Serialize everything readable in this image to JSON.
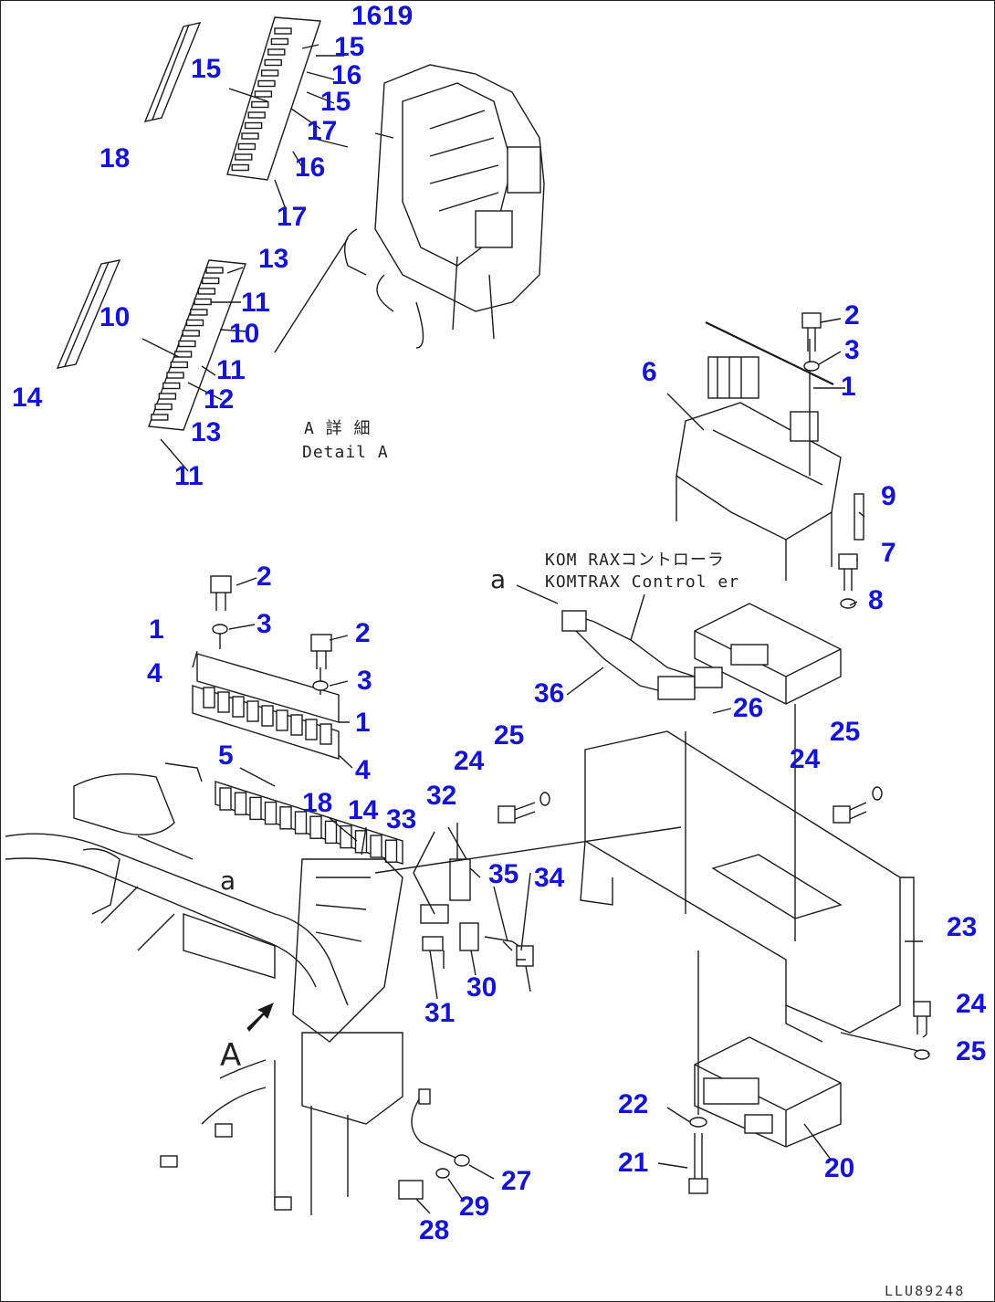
{
  "callouts": [
    {
      "id": "c1",
      "text": "16"
    },
    {
      "id": "c2",
      "text": "19"
    },
    {
      "id": "c3",
      "text": "15"
    },
    {
      "id": "c4",
      "text": "15"
    },
    {
      "id": "c5",
      "text": "16"
    },
    {
      "id": "c6",
      "text": "15"
    },
    {
      "id": "c7",
      "text": "17"
    },
    {
      "id": "c8",
      "text": "16"
    },
    {
      "id": "c9",
      "text": "17"
    },
    {
      "id": "c10",
      "text": "18"
    },
    {
      "id": "c11",
      "text": "13"
    },
    {
      "id": "c12",
      "text": "11"
    },
    {
      "id": "c13",
      "text": "10"
    },
    {
      "id": "c14",
      "text": "10"
    },
    {
      "id": "c15",
      "text": "11"
    },
    {
      "id": "c16",
      "text": "12"
    },
    {
      "id": "c17",
      "text": "13"
    },
    {
      "id": "c18",
      "text": "11"
    },
    {
      "id": "c19",
      "text": "14"
    },
    {
      "id": "c20",
      "text": "2"
    },
    {
      "id": "c21",
      "text": "3"
    },
    {
      "id": "c22",
      "text": "1"
    },
    {
      "id": "c23",
      "text": "6"
    },
    {
      "id": "c24",
      "text": "9"
    },
    {
      "id": "c25",
      "text": "7"
    },
    {
      "id": "c26",
      "text": "8"
    },
    {
      "id": "c27",
      "text": "2"
    },
    {
      "id": "c28",
      "text": "3"
    },
    {
      "id": "c29",
      "text": "1"
    },
    {
      "id": "c30",
      "text": "2"
    },
    {
      "id": "c31",
      "text": "4"
    },
    {
      "id": "c32",
      "text": "3"
    },
    {
      "id": "c33",
      "text": "1"
    },
    {
      "id": "c34",
      "text": "5"
    },
    {
      "id": "c35",
      "text": "4"
    },
    {
      "id": "c36",
      "text": "18"
    },
    {
      "id": "c37",
      "text": "14"
    },
    {
      "id": "c38",
      "text": "33"
    },
    {
      "id": "c39",
      "text": "32"
    },
    {
      "id": "c40",
      "text": "36"
    },
    {
      "id": "c41",
      "text": "26"
    },
    {
      "id": "c42",
      "text": "25"
    },
    {
      "id": "c43",
      "text": "24"
    },
    {
      "id": "c44",
      "text": "24"
    },
    {
      "id": "c45",
      "text": "25"
    },
    {
      "id": "c46",
      "text": "35"
    },
    {
      "id": "c47",
      "text": "34"
    },
    {
      "id": "c48",
      "text": "30"
    },
    {
      "id": "c49",
      "text": "31"
    },
    {
      "id": "c50",
      "text": "23"
    },
    {
      "id": "c51",
      "text": "24"
    },
    {
      "id": "c52",
      "text": "25"
    },
    {
      "id": "c53",
      "text": "22"
    },
    {
      "id": "c54",
      "text": "21"
    },
    {
      "id": "c55",
      "text": "20"
    },
    {
      "id": "c56",
      "text": "27"
    },
    {
      "id": "c57",
      "text": "29"
    },
    {
      "id": "c58",
      "text": "28"
    }
  ],
  "captions": {
    "detail_jp": "A 詳 細",
    "detail_en": "Detail A",
    "komtrax_jp": "KOM  RAXコントローラ",
    "komtrax_en": "KOMTRAX Control er",
    "view_arrow_label": "A",
    "marker_a_top": "a",
    "marker_a_bottom": "a",
    "drawing_code": "LLU89248"
  }
}
